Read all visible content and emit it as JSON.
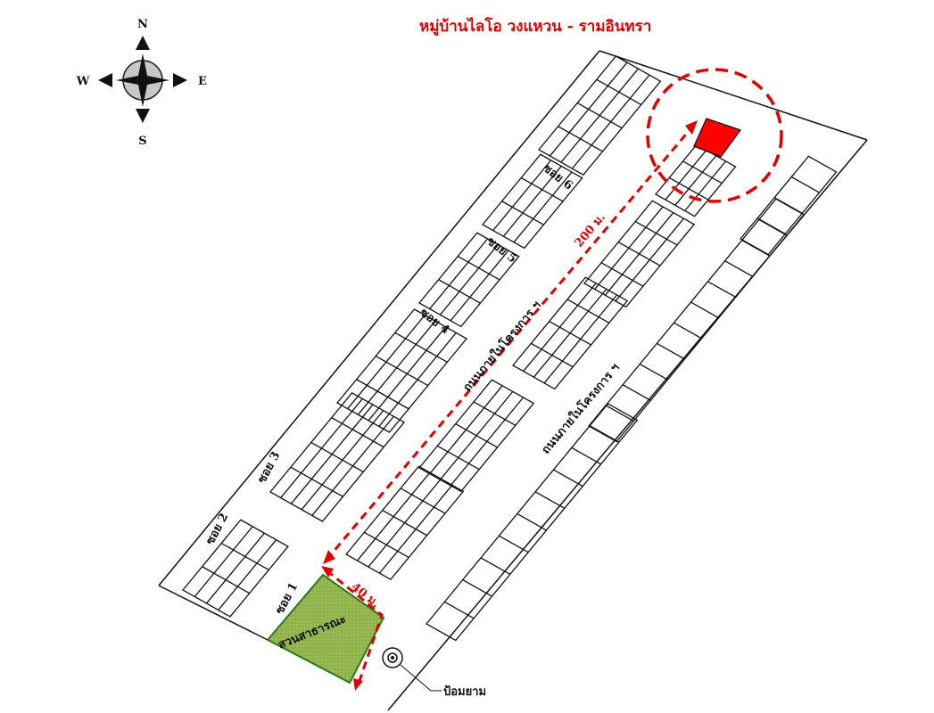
{
  "title": "หมู่บ้านไลโอ วงแหวน - รามอินทรา",
  "compass": {
    "n": "N",
    "s": "S",
    "e": "E",
    "w": "W"
  },
  "sois": {
    "soi1": "ซอย 1",
    "soi2": "ซอย 2",
    "soi3": "ซอย 3",
    "soi4": "ซอย 4",
    "soi5": "ซอย 5",
    "soi6": "ซอย 6"
  },
  "roads": {
    "main_upper": "ถนนภายในโครงการ ฯ",
    "main_lower": "ถนนภายในโครงการ ฯ"
  },
  "park": "สวนสาธารณะ",
  "distance_200": "200 ม.",
  "distance_40": "40 ม.",
  "guard_post": "ป้อมยาม",
  "colors": {
    "title": "#e00000",
    "route": "#e00000",
    "target_plot": "#ff0000",
    "park": "#8fb24a"
  }
}
